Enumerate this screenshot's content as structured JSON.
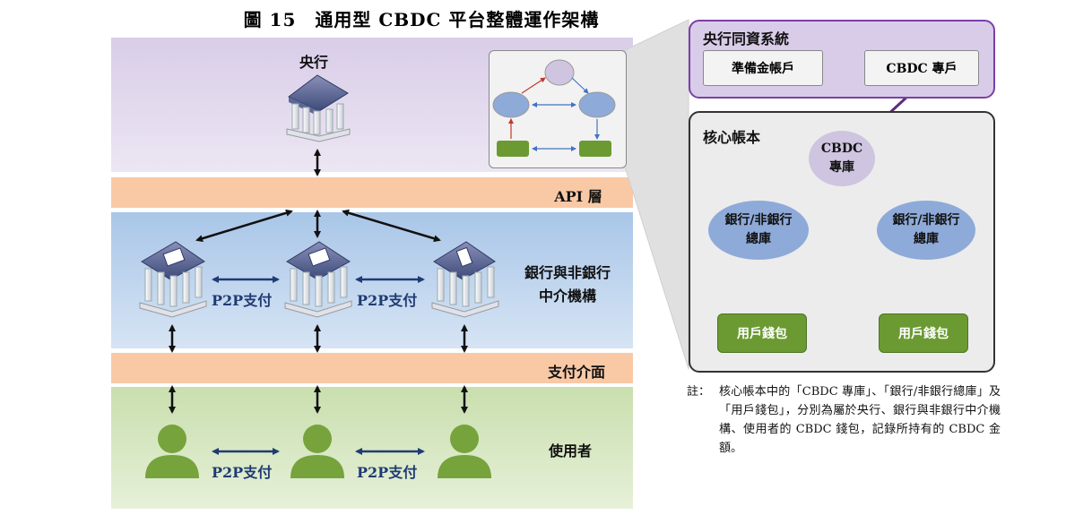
{
  "title": "圖 15　通用型 CBDC 平台整體運作架構",
  "left": {
    "central_bank_label": "央行",
    "api_layer_label": "API 層",
    "intermediary_label_line1": "銀行與非銀行",
    "intermediary_label_line2": "中介機構",
    "payment_interface_label": "支付介面",
    "users_label": "使用者",
    "p2p_label": "P2P支付"
  },
  "right": {
    "central_system_title": "央行同資系統",
    "reserve_account": "準備金帳戶",
    "cbdc_account": "CBDC 專戶",
    "core_ledger_title": "核心帳本",
    "cbdc_vault_line1": "CBDC",
    "cbdc_vault_line2": "專庫",
    "bank_vault_line1": "銀行/非銀行",
    "bank_vault_line2": "總庫",
    "user_wallet": "用戶錢包"
  },
  "note": {
    "head": "註：",
    "body": "核心帳本中的「CBDC 專庫」、「銀行/非銀行總庫」及「用戶錢包」，分別為屬於央行、銀行與非銀行中介機構、使用者的 CBDC 錢包，記錄所持有的 CBDC 金額。"
  },
  "colors": {
    "central_band": "#d9cde8",
    "api_band": "#f9c9a6",
    "bank_band": "#a9c6e8",
    "user_band": "#c9dfae",
    "wallet_green": "#6b9a33",
    "ellipse_blue": "#8eaad9",
    "ellipse_purple": "#cfc5e0",
    "arrow_red": "#c0392b",
    "arrow_blue": "#4472c4"
  },
  "icons": [
    "bank-building-icon",
    "bank-computer-icon",
    "bank-card-icon",
    "bank-mobile-icon",
    "user-person-icon"
  ]
}
